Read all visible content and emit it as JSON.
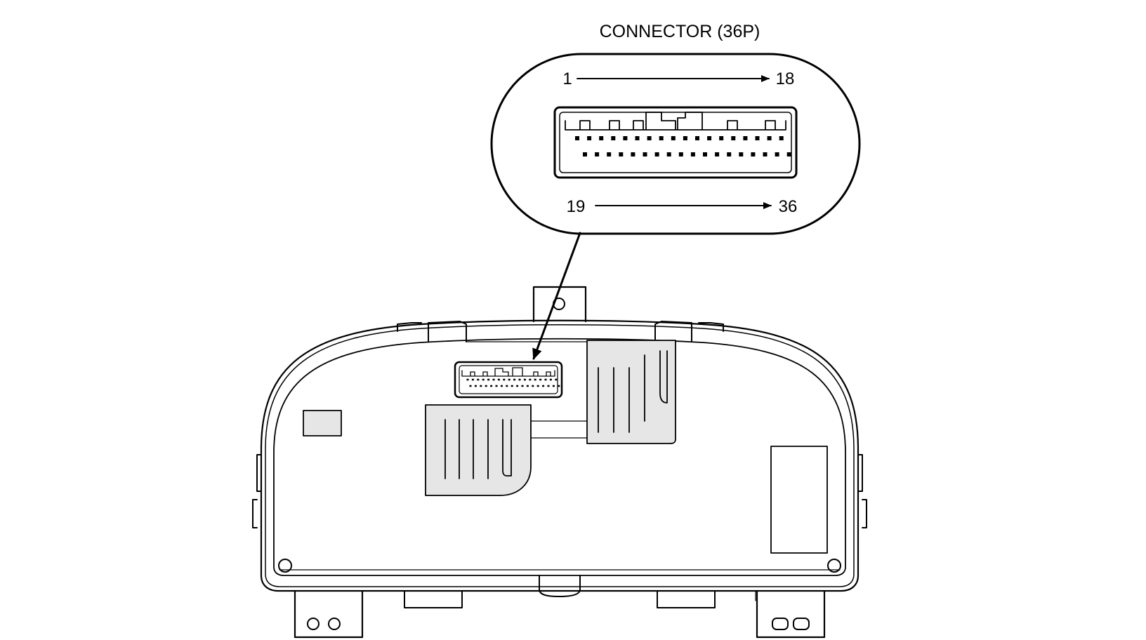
{
  "diagram": {
    "title": "CONNECTOR (36P)",
    "pin_top_start": "1",
    "pin_top_end": "18",
    "pin_bottom_start": "19",
    "pin_bottom_end": "36",
    "pin_count_top_row": 18,
    "pin_count_bottom_row": 18
  }
}
